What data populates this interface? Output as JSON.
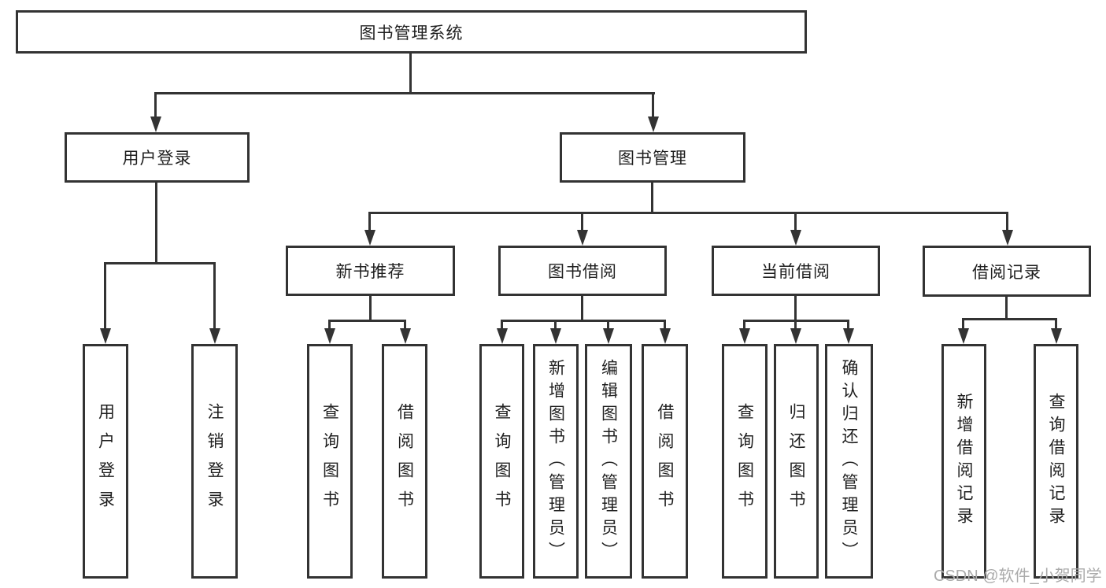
{
  "colors": {
    "line": "#333333",
    "text": "#1f1f1f",
    "watermark": "#ababab",
    "background": "#ffffff"
  },
  "watermark": "CSDN @软件_小贺同学",
  "diagram": {
    "root": "图书管理系统",
    "level2": [
      {
        "label": "用户登录",
        "leaves": [
          "用户登录",
          "注销登录"
        ]
      },
      {
        "label": "图书管理",
        "groups": [
          {
            "label": "新书推荐",
            "leaves": [
              "查询图书",
              "借阅图书"
            ]
          },
          {
            "label": "图书借阅",
            "leaves": [
              "查询图书",
              "新增图书（管理员）",
              "编辑图书（管理员）",
              "借阅图书"
            ]
          },
          {
            "label": "当前借阅",
            "leaves": [
              "查询图书",
              "归还图书",
              "确认归还（管理员）"
            ]
          },
          {
            "label": "借阅记录",
            "leaves": [
              "新增借阅记录",
              "查询借阅记录"
            ]
          }
        ]
      }
    ]
  }
}
